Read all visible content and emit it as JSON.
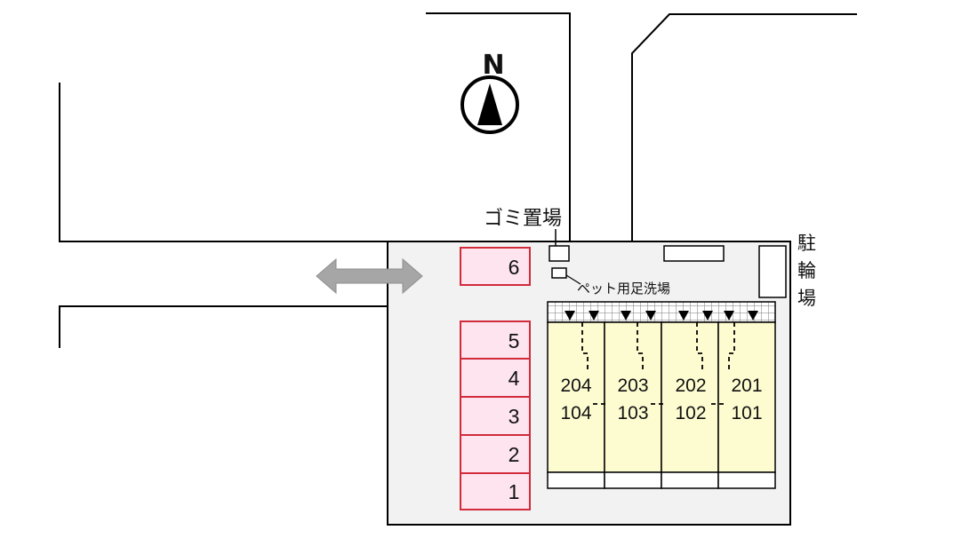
{
  "compass": {
    "letter": "N"
  },
  "labels": {
    "garbage": "ゴミ置場",
    "pet_wash": "ペット用足洗場",
    "bicycle": [
      "駐",
      "輪",
      "場"
    ]
  },
  "parking": {
    "spaces": [
      "6",
      "5",
      "4",
      "3",
      "2",
      "1"
    ]
  },
  "building": {
    "units": [
      {
        "upper": "204",
        "lower": "104"
      },
      {
        "upper": "203",
        "lower": "103"
      },
      {
        "upper": "202",
        "lower": "102"
      },
      {
        "upper": "201",
        "lower": "101"
      }
    ]
  },
  "colors": {
    "parking_fill": "#fde4ee",
    "parking_border": "#d22b3c",
    "building_fill": "#fdfbd0",
    "lot_fill": "#f2f2f2",
    "arrow": "#a6a6a6"
  }
}
